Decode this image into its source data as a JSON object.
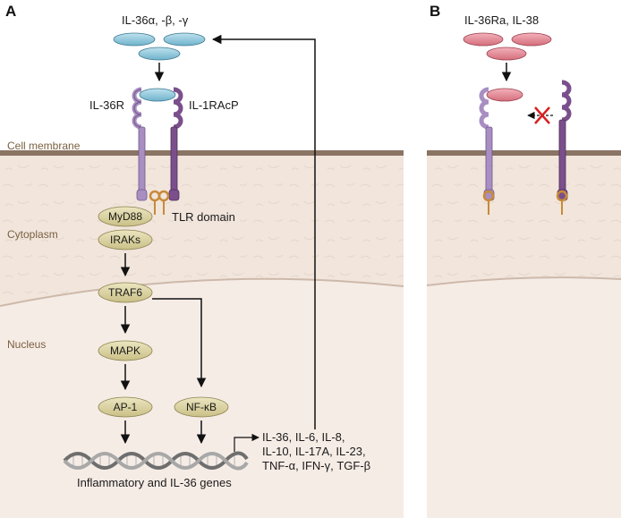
{
  "panels": {
    "a": {
      "letter": "A"
    },
    "b": {
      "letter": "B"
    }
  },
  "compartments": {
    "membrane": "Cell membrane",
    "cytoplasm": "Cytoplasm",
    "nucleus": "Nucleus"
  },
  "panel_a": {
    "ligands": "IL-36α, -β, -γ",
    "receptor": "IL-36R",
    "coreceptor": "IL-1RAcP",
    "tlr_domain": "TLR domain",
    "nodes": {
      "myd88": "MyD88",
      "iraks": "IRAKs",
      "traf6": "TRAF6",
      "mapk": "MAPK",
      "ap1": "AP-1",
      "nfkb": "NF-κB"
    },
    "outputs": [
      "IL-36, IL-6, IL-8,",
      "IL-10, IL-17A, IL-23,",
      "TNF-α, IFN-γ, TGF-β"
    ],
    "genes": "Inflammatory and IL-36 genes"
  },
  "panel_b": {
    "antagonists": "IL-36Ra, IL-38"
  },
  "colors": {
    "cytoplasm": "#f1e5dc",
    "nucleus": "#f5ebe5",
    "membrane": "#8a7464",
    "ligand_blue": "#8ec6da",
    "antagonist_pink": "#e28a96",
    "receptor_light": "#a98ec2",
    "receptor_dark": "#7a4f8c",
    "tlr_orange": "#c88a38",
    "node_fill": "#ddd6a6",
    "inhibit_x": "#d62020"
  }
}
